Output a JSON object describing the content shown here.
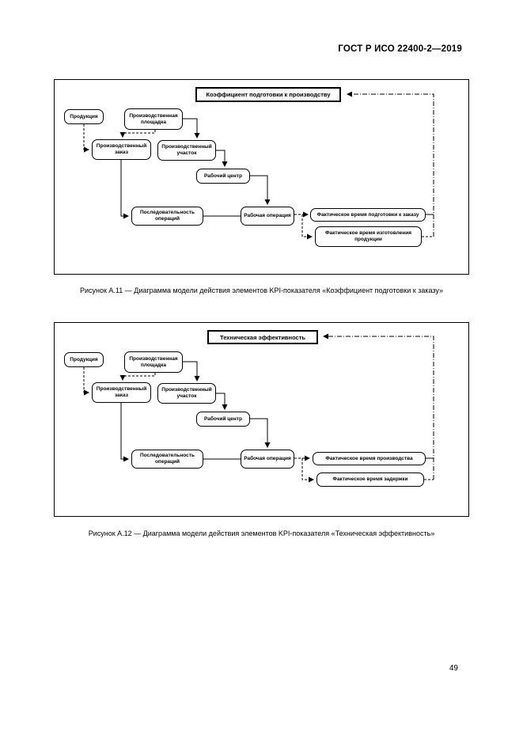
{
  "page": {
    "header_title": "ГОСТ Р ИСО 22400-2—2019",
    "page_number": "49",
    "ink_color": "#000000",
    "background_color": "#ffffff"
  },
  "diagram1": {
    "title": "Коэффициент подготовки к производству",
    "caption": "Рисунок А.11 — Диаграмма модели действия элементов KPI-показателя «Коэффициент подготовки к заказу»",
    "nodes": {
      "product": "Продукция",
      "site": "Производственная площадка",
      "order": "Производственный заказ",
      "work_unit": "Производственный участок",
      "work_center": "Рабочий центр",
      "sequence": "Последовательность операций",
      "operation": "Рабочая операция",
      "time1": "Фактическое время подготовки к заказу",
      "time2": "Фактическое время изготовления продукции"
    }
  },
  "diagram2": {
    "title": "Техническая эффективность",
    "caption": "Рисунок А.12 — Диаграмма модели действия элементов KPI-показателя «Техническая эффективность»",
    "nodes": {
      "product": "Продукция",
      "site": "Производственная площадка",
      "order": "Производственный заказ",
      "work_unit": "Производственный участок",
      "work_center": "Рабочий центр",
      "sequence": "Последовательность операций",
      "operation": "Рабочая операция",
      "time1": "Фактическое время производства",
      "time2": "Фактическое время задержки"
    }
  }
}
